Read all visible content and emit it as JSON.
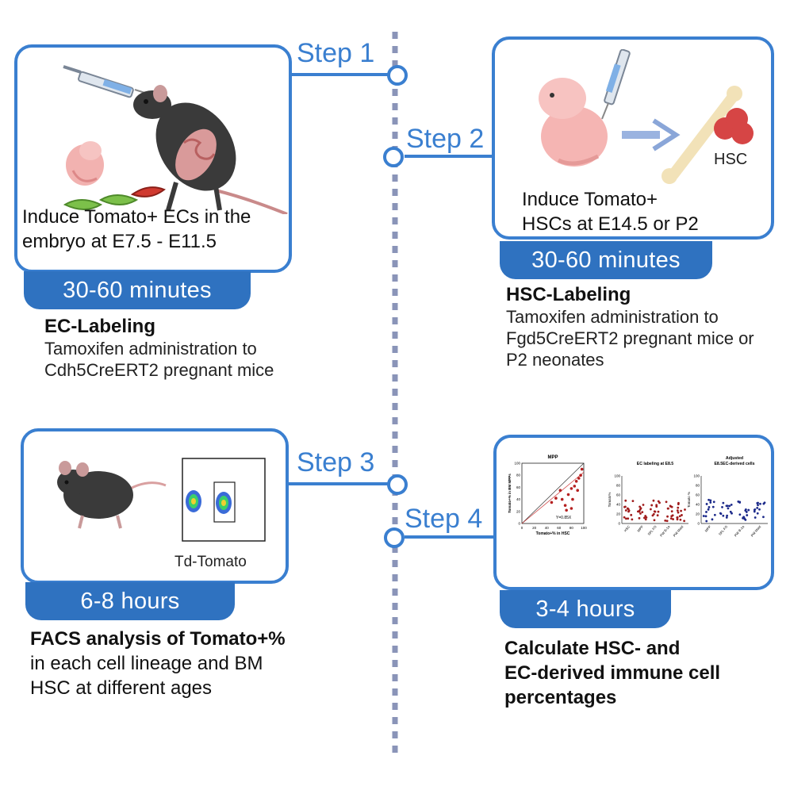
{
  "steps": {
    "s1": "Step 1",
    "s2": "Step 2",
    "s3": "Step 3",
    "s4": "Step 4"
  },
  "panel1": {
    "text_line1": "Induce Tomato+ ECs in the",
    "text_line2": "embryo at E7.5 - E11.5",
    "duration": "30-60 minutes",
    "title": "EC-Labeling",
    "desc_line1": "Tamoxifen administration to",
    "desc_line2": "Cdh5CreERT2 pregnant mice"
  },
  "panel2": {
    "text_line1": "Induce Tomato+",
    "text_line2": "HSCs at E14.5 or P2",
    "hsc_label": "HSC",
    "duration": "30-60 minutes",
    "title": "HSC-Labeling",
    "desc_line1": "Tamoxifen administration to",
    "desc_line2": "Fgd5CreERT2 pregnant mice or",
    "desc_line3": "P2 neonates"
  },
  "panel3": {
    "facs_label": "Td-Tomato",
    "duration": "6-8 hours",
    "title": "FACS analysis of Tomato+%",
    "desc_line1": "in each cell lineage and BM",
    "desc_line2": "HSC at different ages"
  },
  "panel4": {
    "chart1_title": "MPP",
    "chart1_ylabel": "Tomato+% in BM MPPs",
    "chart1_xlabel": "Tomato+% in HSC",
    "chart1_annotation": "Y=0.85X",
    "chart2_title": "EC labeling at E8.5",
    "chart2_ylabel": "Tomato%",
    "chart3_title_line1": "Adjusted",
    "chart3_title_line2": "E8.5EC-derived cells",
    "chart3_ylabel": "Tomato %",
    "duration": "3-4 hours",
    "title_line1": "Calculate HSC- and",
    "title_line2": "EC-derived immune cell",
    "title_line3": "percentages"
  },
  "chart_data": [
    {
      "type": "scatter",
      "title": "MPP",
      "xlabel": "Tomato+% in HSC",
      "ylabel": "Tomato+% in BM MPPs",
      "xlim": [
        0,
        100
      ],
      "ylim": [
        0,
        100
      ],
      "x_ticks": [
        "0",
        "20",
        "40",
        "60",
        "80",
        "100"
      ],
      "y_ticks": [
        "0",
        "20",
        "40",
        "60",
        "80",
        "100"
      ],
      "points": [
        [
          48,
          35
        ],
        [
          55,
          42
        ],
        [
          62,
          55
        ],
        [
          65,
          40
        ],
        [
          70,
          30
        ],
        [
          75,
          48
        ],
        [
          80,
          58
        ],
        [
          82,
          40
        ],
        [
          85,
          62
        ],
        [
          88,
          70
        ],
        [
          90,
          55
        ],
        [
          92,
          75
        ],
        [
          95,
          80
        ],
        [
          97,
          90
        ],
        [
          72,
          22
        ],
        [
          80,
          25
        ]
      ],
      "annotation": "Y=0.85X",
      "colors": {
        "points": "#b52020",
        "fit": "#cc3333",
        "identity": "#333333"
      }
    },
    {
      "type": "scatter",
      "title": "EC labeling at E8.5",
      "ylabel": "Tomato%",
      "ylim": [
        0,
        100
      ],
      "y_ticks": [
        "0",
        "20",
        "40",
        "60",
        "80",
        "100"
      ],
      "categories": [
        "HSC",
        "MPP",
        "SPL FO",
        "PW B-1a",
        "PW Mast"
      ],
      "color": "#a01c1c"
    },
    {
      "type": "scatter",
      "title": "Adjusted E8.5EC-derived cells",
      "ylabel": "Tomato %",
      "ylim": [
        0,
        100
      ],
      "y_ticks": [
        "0",
        "20",
        "40",
        "60",
        "80",
        "100"
      ],
      "categories": [
        "MPP",
        "SPL FO",
        "PW B-1a",
        "PW Mast"
      ],
      "color": "#1c2a8a"
    }
  ]
}
